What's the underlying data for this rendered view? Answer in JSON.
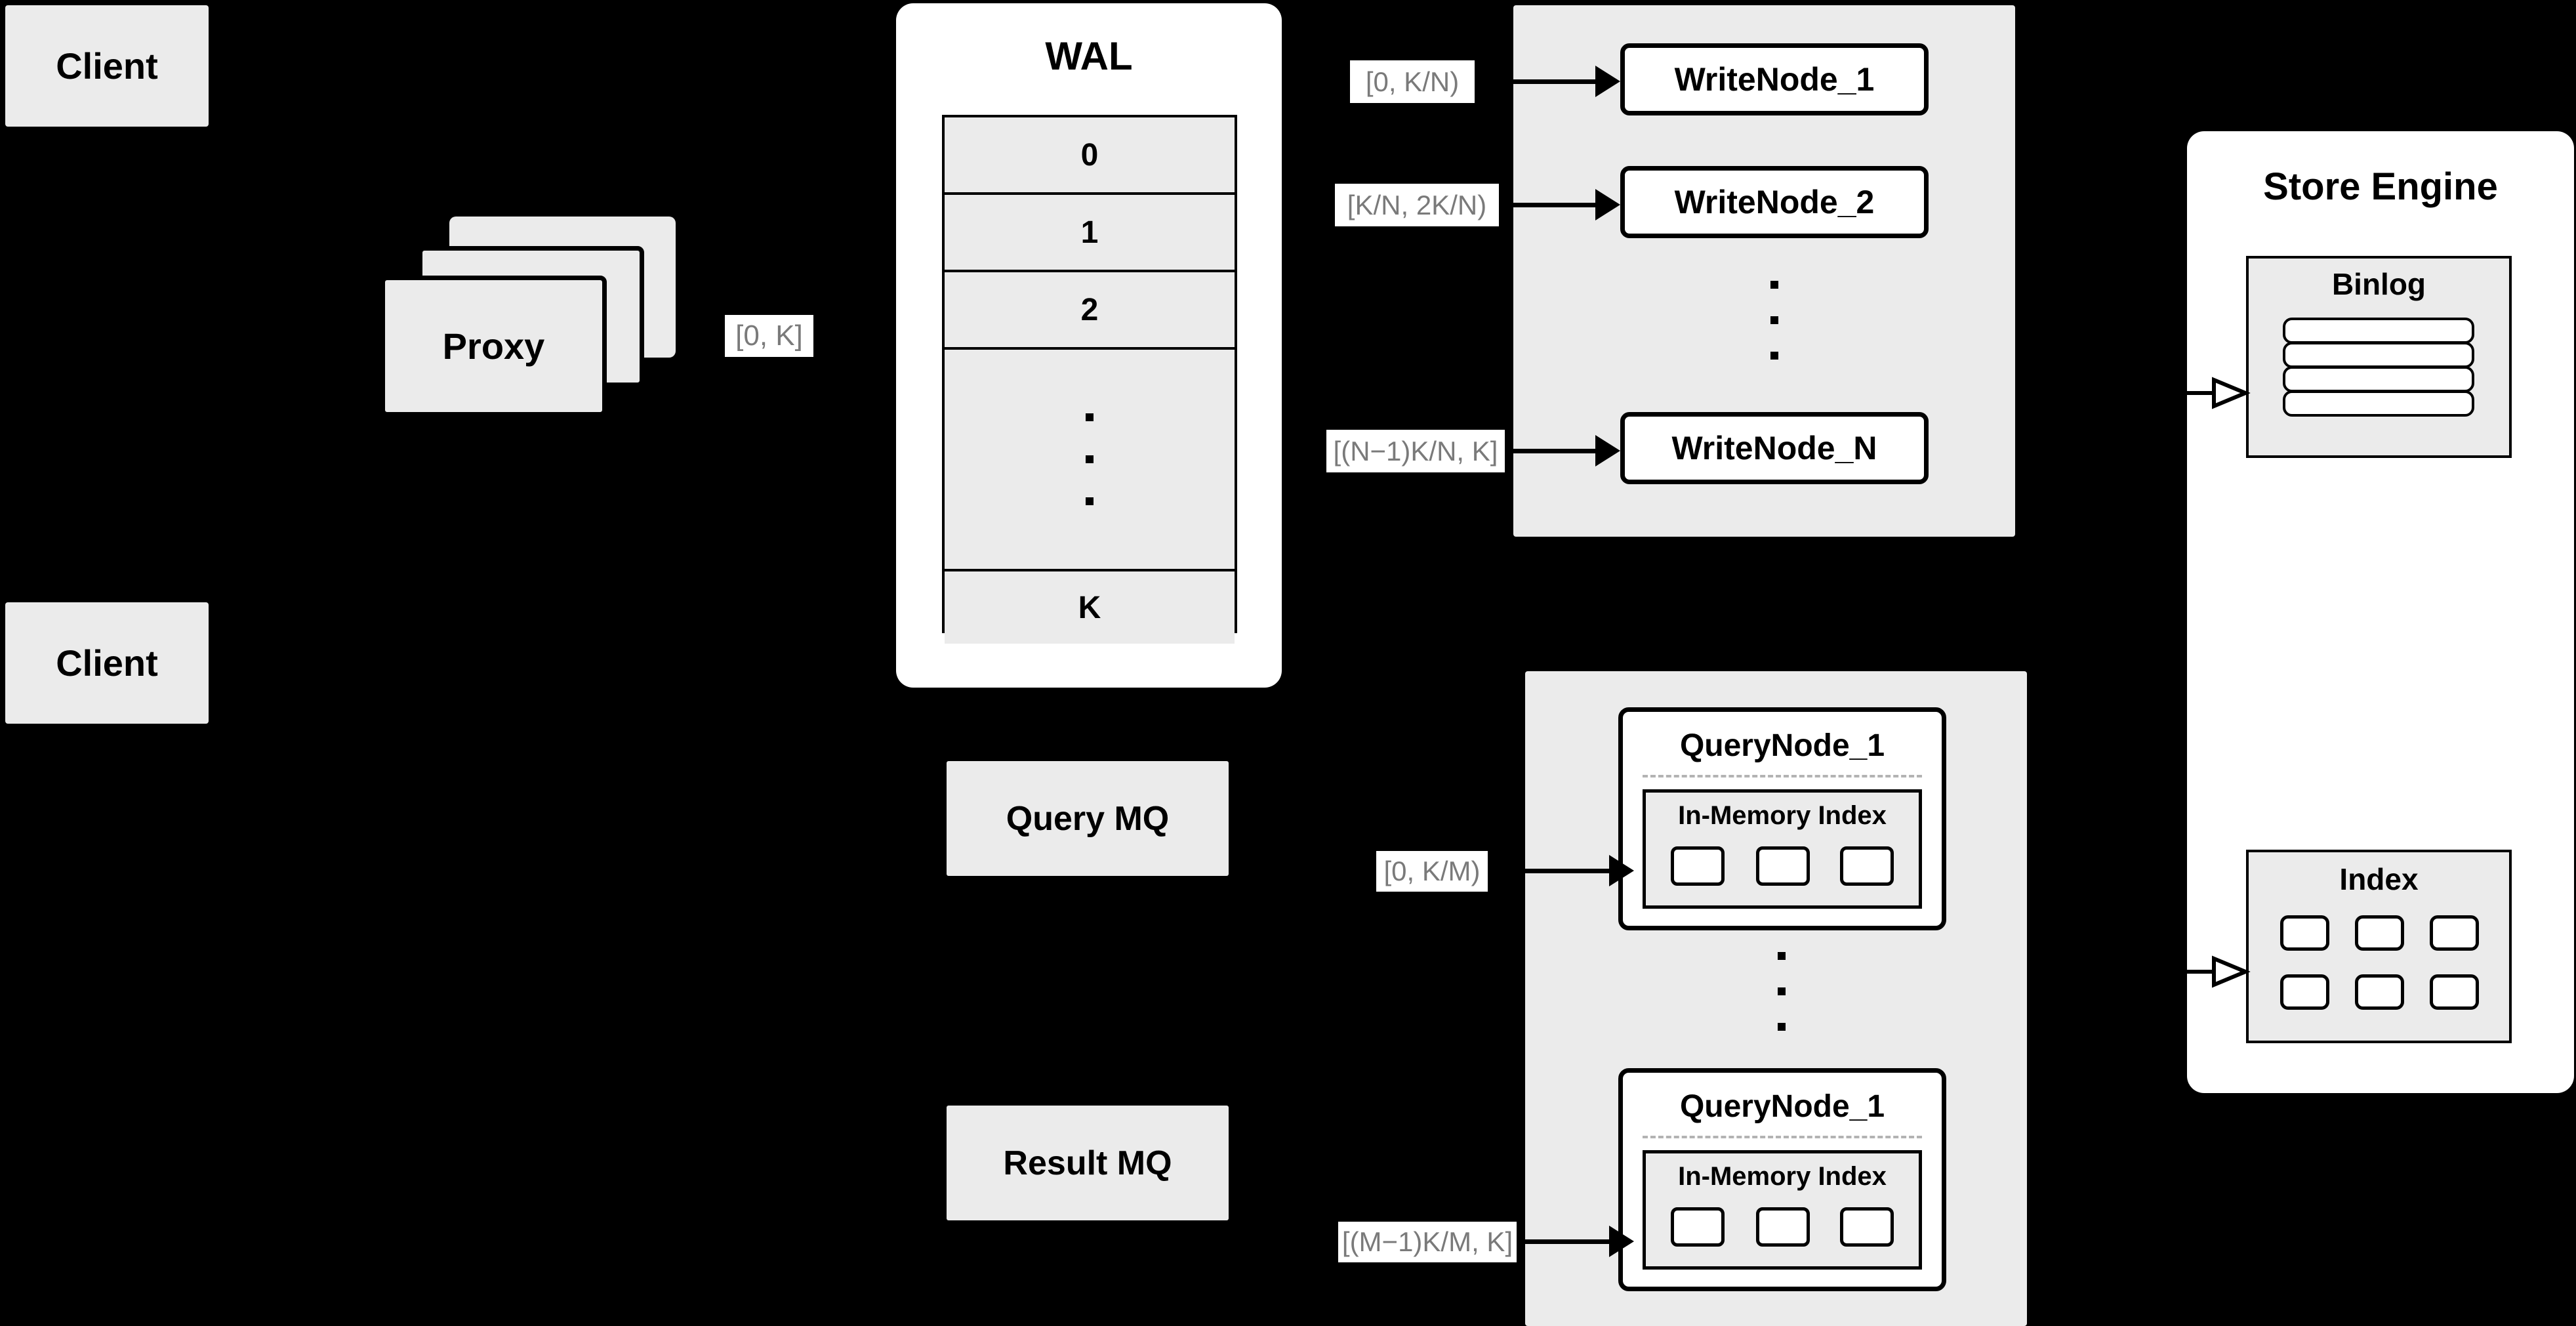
{
  "diagram": {
    "title": "Distributed write/query architecture",
    "colors": {
      "background": "#000000",
      "node_fill": "#ebebeb",
      "panel_fill": "#ffffff",
      "stroke": "#000000",
      "label_text": "#7a7a7a",
      "dashed_divider": "#b3b3b3"
    }
  },
  "clients": [
    {
      "label": "Client"
    },
    {
      "label": "Client"
    }
  ],
  "proxy": {
    "label": "Proxy",
    "stack_count": 3,
    "output_range_label": "[0, K]"
  },
  "wal": {
    "title": "WAL",
    "rows": [
      "0",
      "1",
      "2",
      "⋮",
      "K"
    ],
    "dots_row_index": 3
  },
  "write_cluster": {
    "nodes": [
      {
        "label": "WriteNode_1",
        "range_label": "[0,  K/N)"
      },
      {
        "label": "WriteNode_2",
        "range_label": "[K/N, 2K/N)"
      },
      {
        "label": "WriteNode_N",
        "range_label": "[(N−1)K/N,  K]"
      }
    ],
    "ellipsis": "⋮"
  },
  "query_cluster": {
    "nodes": [
      {
        "label": "QueryNode_1",
        "range_label": "[0, K/M)",
        "index": {
          "title": "In-Memory Index",
          "cell_count": 3
        }
      },
      {
        "label": "QueryNode_1",
        "range_label": "[(M−1)K/M, K]",
        "index": {
          "title": "In-Memory Index",
          "cell_count": 3
        }
      }
    ],
    "ellipsis": "⋮"
  },
  "message_queues": [
    {
      "label": "Query MQ"
    },
    {
      "label": "Result MQ"
    }
  ],
  "store_engine": {
    "title": "Store Engine",
    "binlog": {
      "title": "Binlog",
      "bar_count": 4
    },
    "index": {
      "title": "Index",
      "cols": 3,
      "rows": 2,
      "cell_count": 6
    }
  }
}
